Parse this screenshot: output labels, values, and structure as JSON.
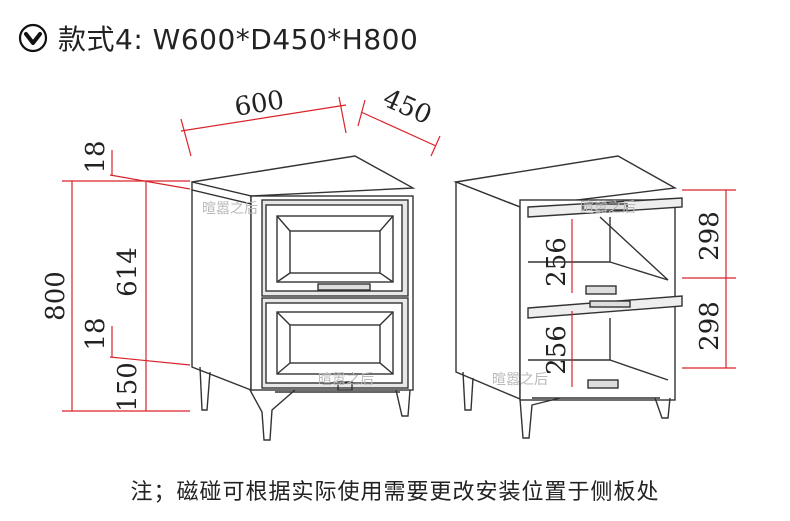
{
  "header": {
    "icon": "chevron-down-circle-icon",
    "title": "款式4: W600*D450*H800"
  },
  "dimensions": {
    "width": "600",
    "depth": "450",
    "height_total": "800",
    "top_panel": "18",
    "drawer_front": "614",
    "gap_panel": "18",
    "base": "150",
    "right_upper": "298",
    "right_lower": "298",
    "shelf_upper": "256",
    "shelf_lower": "256"
  },
  "watermark": "暄嚣之后",
  "colors": {
    "dimension_line": "#d9232a",
    "line": "#333333"
  },
  "note": "注；磁碰可根据实际使用需要更改安装位置于侧板处"
}
